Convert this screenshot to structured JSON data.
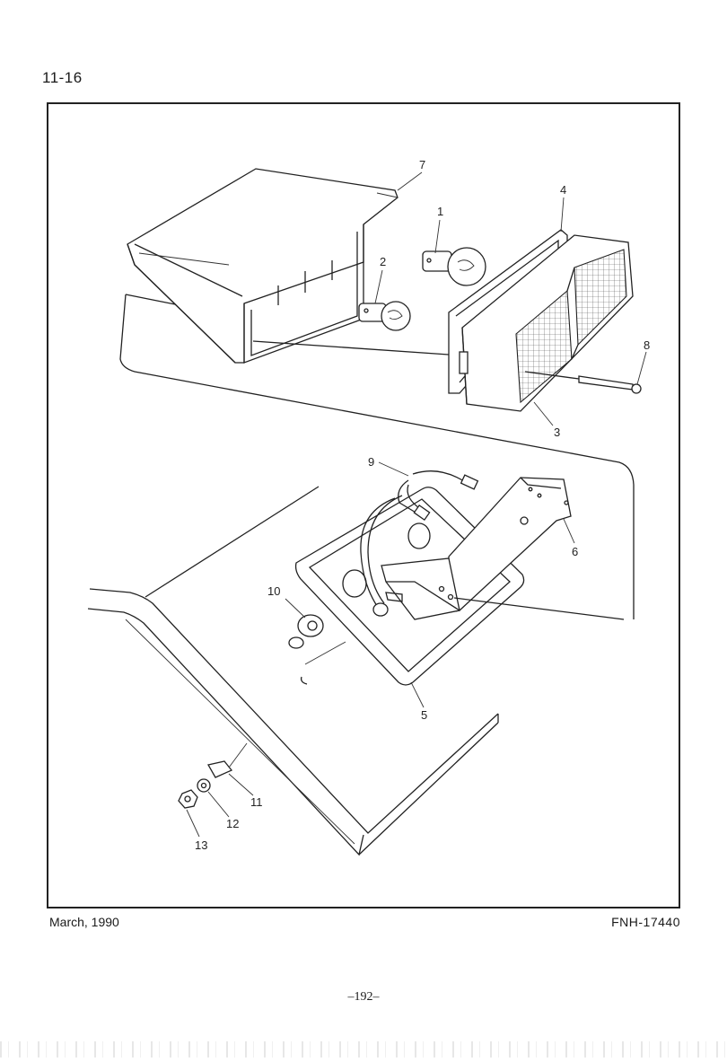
{
  "header": {
    "page_ref": "11-16"
  },
  "diagram": {
    "callouts": [
      "1",
      "2",
      "3",
      "4",
      "5",
      "6",
      "7",
      "8",
      "9",
      "10",
      "11",
      "12",
      "13"
    ]
  },
  "footer": {
    "date": "March, 1990",
    "code": "FNH-17440",
    "page_number": "–192–"
  }
}
